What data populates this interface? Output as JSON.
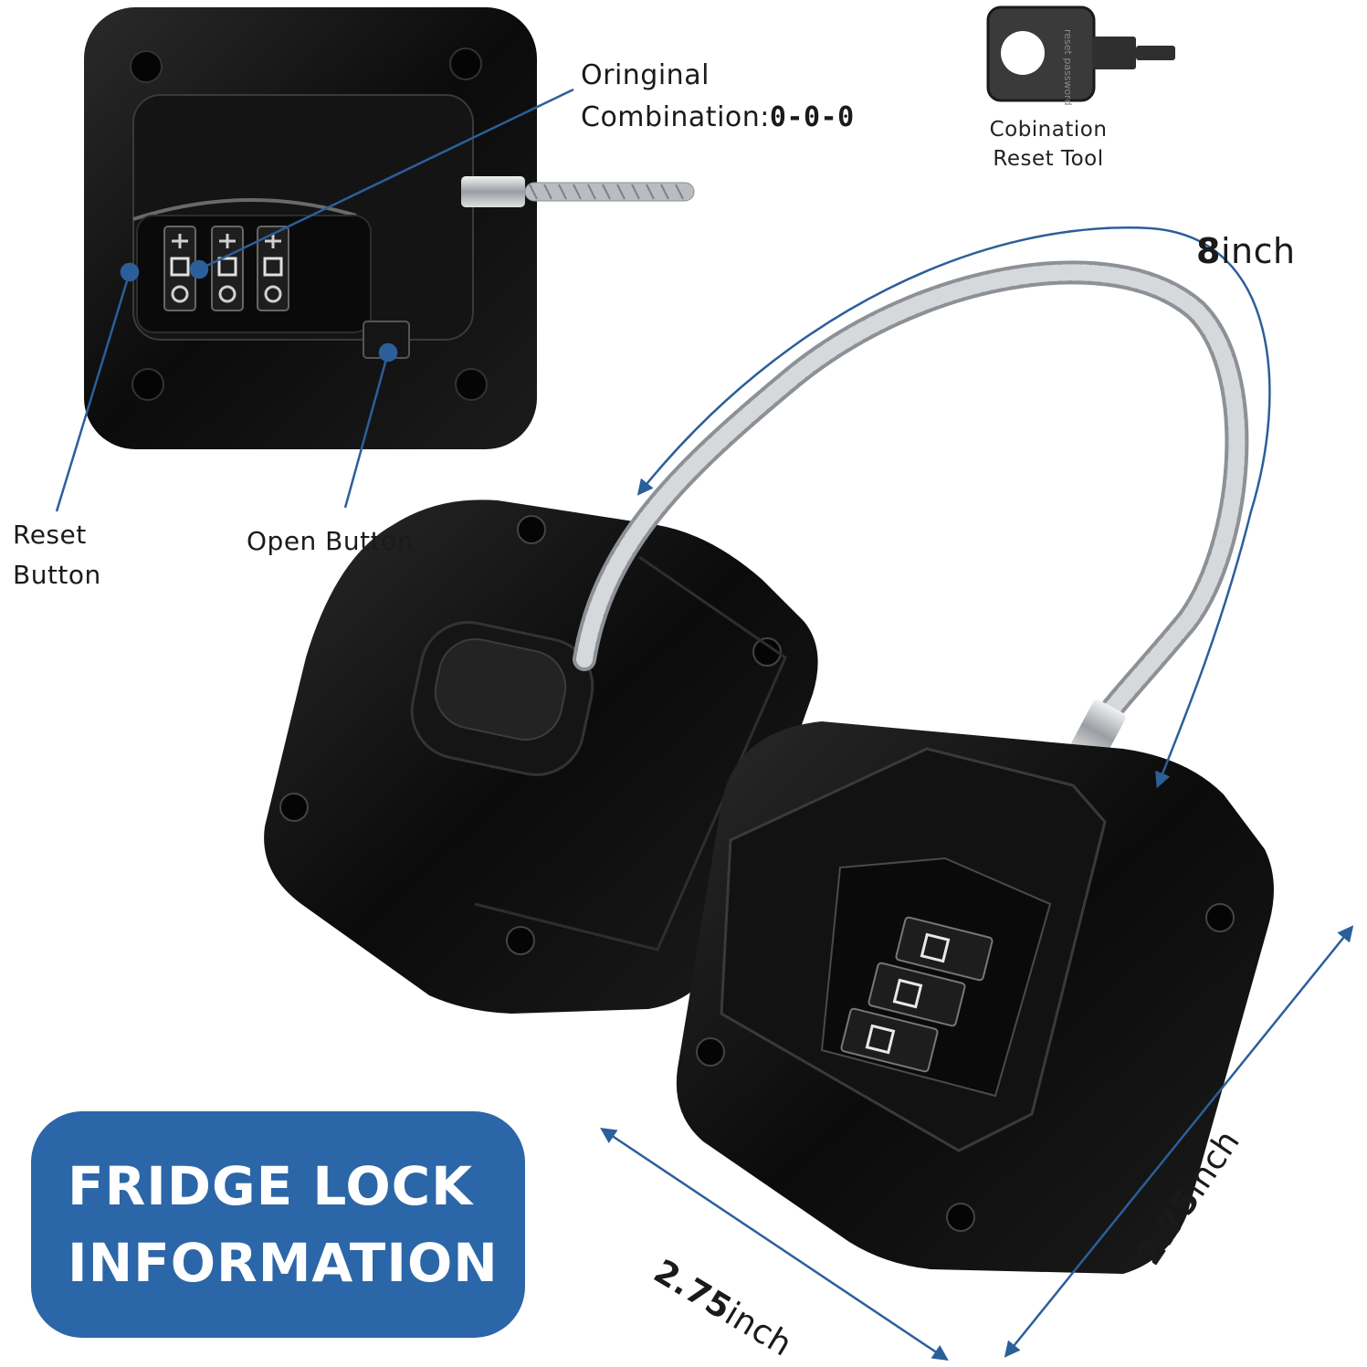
{
  "labels": {
    "original_combination_line1": "Oringinal",
    "original_combination_line2": "Combination:",
    "original_combination_code": "0-0-0",
    "reset_tool_line1": "Cobination",
    "reset_tool_line2": "Reset Tool",
    "reset_tool_engraving": "reset password",
    "reset_button_line1": "Reset",
    "reset_button_line2": "Button",
    "open_button": "Open Button"
  },
  "dimensions": {
    "cable_length_value": "8",
    "cable_length_unit": "inch",
    "base_width_value": "2.75",
    "base_width_unit": "inch",
    "base_height_value": "2.75",
    "base_height_unit": "inch"
  },
  "banner": {
    "line1": "FRIDGE LOCK",
    "line2": "INFORMATION"
  },
  "colors": {
    "accent_blue": "#2b66a8",
    "lock_black": "#0d0d0d",
    "cable_silver": "#c0c4c8"
  }
}
